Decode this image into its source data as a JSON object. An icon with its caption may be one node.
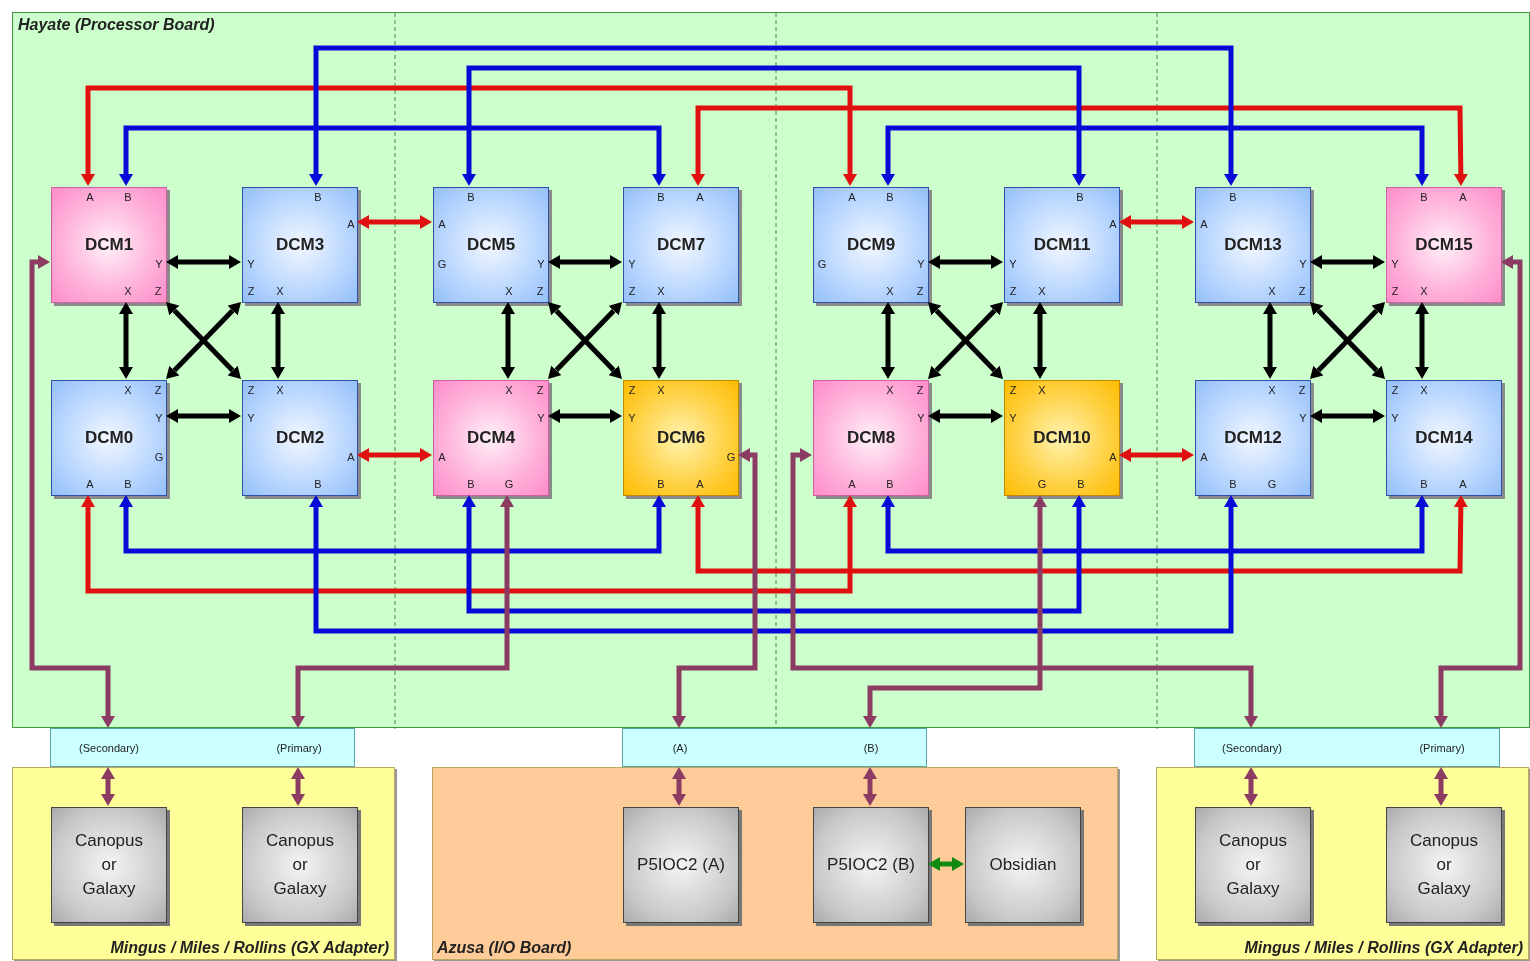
{
  "diagram": {
    "nodes": [
      {
        "text": [
          "Hayate (Processor Board)"
        ]
      },
      {
        "text": [
          "A",
          "B",
          "DCM1",
          "Y",
          "X",
          "Z"
        ],
        "in": 0
      },
      {
        "text": [
          "B",
          "A",
          "DCM3",
          "Y",
          "Z",
          "X"
        ],
        "in": 0
      },
      {
        "text": [
          "B",
          "A",
          "DCM5",
          "G",
          "Y",
          "X",
          "Z"
        ],
        "in": 0
      },
      {
        "text": [
          "B",
          "A",
          "DCM7",
          "Y",
          "Z",
          "X"
        ],
        "in": 0
      },
      {
        "text": [
          "A",
          "B",
          "DCM9",
          "G",
          "Y",
          "X",
          "Z"
        ],
        "in": 0
      },
      {
        "text": [
          "B",
          "A",
          "DCM11",
          "Y",
          "Z",
          "X"
        ],
        "in": 0
      },
      {
        "text": [
          "B",
          "A",
          "DCM13",
          "Y",
          "X",
          "Z"
        ],
        "in": 0
      },
      {
        "text": [
          "B",
          "A",
          "DCM15",
          "Y",
          "Z",
          "X"
        ],
        "in": 0
      },
      {
        "text": [
          "X",
          "Z",
          "Y",
          "DCM0",
          "G",
          "A",
          "B"
        ],
        "in": 0
      },
      {
        "text": [
          "Z",
          "X",
          "Y",
          "DCM2",
          "A",
          "B"
        ],
        "in": 0
      },
      {
        "text": [
          "X",
          "Z",
          "Y",
          "DCM4",
          "A",
          "B",
          "G"
        ],
        "in": 0
      },
      {
        "text": [
          "Z",
          "X",
          "Y",
          "DCM6",
          "G",
          "B",
          "A"
        ],
        "in": 0
      },
      {
        "text": [
          "X",
          "Z",
          "Y",
          "DCM8",
          "A",
          "B"
        ],
        "in": 0
      },
      {
        "text": [
          "Z",
          "X",
          "Y",
          "DCM10",
          "A",
          "G",
          "B"
        ],
        "in": 0
      },
      {
        "text": [
          "X",
          "Z",
          "Y",
          "DCM12",
          "A",
          "B",
          "G"
        ],
        "in": 0
      },
      {
        "text": [
          "Z",
          "X",
          "Y",
          "DCM14",
          "B",
          "A"
        ],
        "in": 0
      },
      {
        "text": [
          "(Secondary)",
          "(Primary)"
        ]
      },
      {
        "text": [
          "(A)",
          "(B)"
        ]
      },
      {
        "text": [
          "(Secondary)",
          "(Primary)"
        ]
      },
      {
        "text": [
          "Mingus / Miles / Rollins (GX Adapter)"
        ]
      },
      {
        "text": [
          "Canopus or Galaxy"
        ],
        "in": 20
      },
      {
        "text": [
          "Canopus or Galaxy"
        ],
        "in": 20
      },
      {
        "text": [
          "Azusa (I/O Board)"
        ]
      },
      {
        "text": [
          "P5IOC2 (A)"
        ],
        "in": 23
      },
      {
        "text": [
          "P5IOC2 (B)"
        ],
        "in": 23
      },
      {
        "text": [
          "Obsidian"
        ],
        "in": 23
      },
      {
        "text": [
          "Mingus / Miles / Rollins (GX Adapter)"
        ]
      },
      {
        "text": [
          "Canopus or Galaxy"
        ],
        "in": 27
      },
      {
        "text": [
          "Canopus or Galaxy"
        ],
        "in": 27
      }
    ],
    "edges": [
      {
        "from": 1,
        "to": 2,
        "arrow": "both"
      },
      {
        "from": 9,
        "to": 10,
        "arrow": "both"
      },
      {
        "from": 1,
        "to": 9,
        "arrow": "both"
      },
      {
        "from": 2,
        "to": 10,
        "arrow": "both"
      },
      {
        "from": 1,
        "to": 10,
        "arrow": "both"
      },
      {
        "from": 2,
        "to": 9,
        "arrow": "both"
      },
      {
        "from": 3,
        "to": 4,
        "arrow": "both"
      },
      {
        "from": 11,
        "to": 12,
        "arrow": "both"
      },
      {
        "from": 3,
        "to": 11,
        "arrow": "both"
      },
      {
        "from": 4,
        "to": 12,
        "arrow": "both"
      },
      {
        "from": 3,
        "to": 12,
        "arrow": "both"
      },
      {
        "from": 4,
        "to": 11,
        "arrow": "both"
      },
      {
        "from": 5,
        "to": 6,
        "arrow": "both"
      },
      {
        "from": 13,
        "to": 14,
        "arrow": "both"
      },
      {
        "from": 5,
        "to": 13,
        "arrow": "both"
      },
      {
        "from": 6,
        "to": 14,
        "arrow": "both"
      },
      {
        "from": 5,
        "to": 14,
        "arrow": "both"
      },
      {
        "from": 6,
        "to": 13,
        "arrow": "both"
      },
      {
        "from": 7,
        "to": 8,
        "arrow": "both"
      },
      {
        "from": 15,
        "to": 16,
        "arrow": "both"
      },
      {
        "from": 7,
        "to": 15,
        "arrow": "both"
      },
      {
        "from": 8,
        "to": 16,
        "arrow": "both"
      },
      {
        "from": 7,
        "to": 16,
        "arrow": "both"
      },
      {
        "from": 8,
        "to": 15,
        "arrow": "both"
      },
      {
        "from": 2,
        "to": 3,
        "arrow": "both",
        "color": "#e01010"
      },
      {
        "from": 10,
        "to": 11,
        "arrow": "both",
        "color": "#e01010"
      },
      {
        "from": 6,
        "to": 7,
        "arrow": "both",
        "color": "#e01010"
      },
      {
        "from": 14,
        "to": 15,
        "arrow": "both",
        "color": "#e01010"
      },
      {
        "from": 1,
        "to": 5,
        "arrow": "both",
        "color": "#e01010"
      },
      {
        "from": 4,
        "to": 8,
        "arrow": "both",
        "color": "#e01010"
      },
      {
        "from": 2,
        "to": 7,
        "arrow": "both",
        "color": "#0a0ad8"
      },
      {
        "from": 3,
        "to": 6,
        "arrow": "both",
        "color": "#0a0ad8"
      },
      {
        "from": 1,
        "to": 4,
        "arrow": "both",
        "color": "#0a0ad8"
      },
      {
        "from": 5,
        "to": 8,
        "arrow": "both",
        "color": "#0a0ad8"
      },
      {
        "from": 9,
        "to": 12,
        "arrow": "both",
        "color": "#0a0ad8"
      },
      {
        "from": 12,
        "to": 16,
        "arrow": "both",
        "color": "#e01010"
      },
      {
        "from": 9,
        "to": 13,
        "arrow": "both",
        "color": "#e01010"
      },
      {
        "from": 11,
        "to": 14,
        "arrow": "both",
        "color": "#0a0ad8"
      },
      {
        "from": 10,
        "to": 15,
        "arrow": "both",
        "color": "#0a0ad8"
      },
      {
        "from": 13,
        "to": 16,
        "arrow": "both",
        "color": "#0a0ad8"
      },
      {
        "from": 1,
        "to": 17,
        "arrow": "both",
        "color": "#8c3b63"
      },
      {
        "from": 11,
        "to": 17,
        "arrow": "both",
        "color": "#8c3b63"
      },
      {
        "from": 12,
        "to": 18,
        "arrow": "both",
        "color": "#8c3b63"
      },
      {
        "from": 13,
        "to": 19,
        "arrow": "both",
        "color": "#8c3b63"
      },
      {
        "from": 14,
        "to": 18,
        "arrow": "both",
        "color": "#8c3b63"
      },
      {
        "from": 8,
        "to": 19,
        "arrow": "both",
        "color": "#8c3b63"
      },
      {
        "from": 17,
        "to": 21,
        "arrow": "both",
        "color": "#8c3b63"
      },
      {
        "from": 17,
        "to": 22,
        "arrow": "both",
        "color": "#8c3b63"
      },
      {
        "from": 18,
        "to": 24,
        "arrow": "both",
        "color": "#8c3b63"
      },
      {
        "from": 18,
        "to": 25,
        "arrow": "both",
        "color": "#8c3b63"
      },
      {
        "from": 19,
        "to": 28,
        "arrow": "both",
        "color": "#8c3b63"
      },
      {
        "from": 19,
        "to": 29,
        "arrow": "both",
        "color": "#8c3b63"
      },
      {
        "from": 25,
        "to": 26,
        "arrow": "both",
        "color": "#108a10"
      }
    ]
  }
}
